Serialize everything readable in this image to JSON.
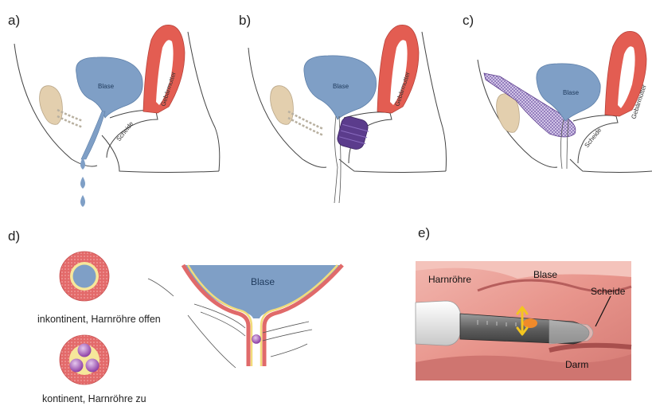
{
  "panels": {
    "a": {
      "letter": "a)",
      "bladder": "Blase",
      "uterus": "Gebärmutter",
      "vagina": "Scheide"
    },
    "b": {
      "letter": "b)",
      "bladder": "Blase",
      "uterus": "Gebärmutter"
    },
    "c": {
      "letter": "c)",
      "bladder": "Blase",
      "uterus": "Gebärmutter",
      "vagina": "Scheide"
    },
    "d": {
      "letter": "d)",
      "bladder": "Blase",
      "caption_open": "inkontinent, Harnröhre offen",
      "caption_closed": "kontinent, Harnröhre zu"
    },
    "e": {
      "letter": "e)",
      "urethra": "Harnröhre",
      "bladder": "Blase",
      "vagina": "Scheide",
      "bowel": "Darm"
    }
  },
  "colors": {
    "bladder": "#7f9fc6",
    "uterus": "#e35d52",
    "bone": "#e3cfae",
    "purple": "#5b3c8c",
    "pink_ring": "#e47878",
    "photo_bg": "#e9a39a",
    "arrow": "#f3c51f"
  }
}
